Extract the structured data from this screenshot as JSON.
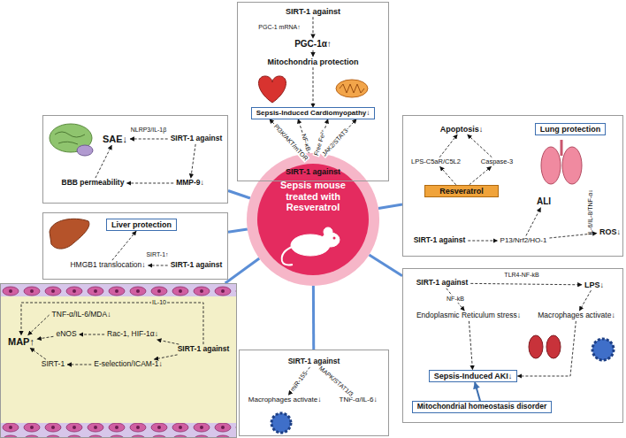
{
  "diagram": {
    "nodes": [
      {
        "text": [
          "Sepsis mouse treated with Resveratrol"
        ]
      },
      {
        "text": []
      },
      {
        "text": [
          "SIRT-1 against"
        ],
        "in": 1
      },
      {
        "text": [
          "PGC-1α↑"
        ],
        "in": 1
      },
      {
        "text": [
          "Mitochondria protection"
        ],
        "in": 1
      },
      {
        "text": [
          "Sepsis-Induced Cardiomyopathy↓"
        ],
        "in": 1
      },
      {
        "text": [
          "SIRT-1 against"
        ],
        "in": 1
      },
      {
        "text": []
      },
      {
        "text": [
          "SAE↓"
        ],
        "in": 7
      },
      {
        "text": [
          "SIRT-1 against"
        ],
        "in": 7
      },
      {
        "text": [
          "BBB permeability"
        ],
        "in": 7
      },
      {
        "text": [
          "MMP-9↓"
        ],
        "in": 7
      },
      {
        "text": []
      },
      {
        "text": [
          "Liver protection"
        ],
        "in": 12
      },
      {
        "text": [
          "HMGB1 translocation↓"
        ],
        "in": 12
      },
      {
        "text": [
          "SIRT-1 against"
        ],
        "in": 12
      },
      {
        "text": []
      },
      {
        "text": [
          "TNF-α/IL-6/MDA↓"
        ],
        "in": 16
      },
      {
        "text": [
          "eNOS"
        ],
        "in": 16
      },
      {
        "text": [
          "Rac-1, HIF-1α↓"
        ],
        "in": 16
      },
      {
        "text": [
          "MAP↑"
        ],
        "in": 16
      },
      {
        "text": [
          "SIRT-1"
        ],
        "in": 16
      },
      {
        "text": [
          "E-selection/ICAM-1↓"
        ],
        "in": 16
      },
      {
        "text": [
          "SIRT-1 against"
        ],
        "in": 16
      },
      {
        "text": []
      },
      {
        "text": [
          "SIRT-1 against"
        ],
        "in": 24
      },
      {
        "text": [
          "Macrophages activate↓"
        ],
        "in": 24
      },
      {
        "text": [
          "TNF-α/IL-6↓"
        ],
        "in": 24
      },
      {
        "text": []
      },
      {
        "text": [
          "Apoptosis↓"
        ],
        "in": 28
      },
      {
        "text": [
          "Lung protection"
        ],
        "in": 28
      },
      {
        "text": [
          "LPS-C5aR/C5L2"
        ],
        "in": 28
      },
      {
        "text": [
          "Resveratrol"
        ],
        "in": 28
      },
      {
        "text": [
          "Caspase-3"
        ],
        "in": 28
      },
      {
        "text": [
          "ALI"
        ],
        "in": 28
      },
      {
        "text": [
          "SIRT-1 against"
        ],
        "in": 28
      },
      {
        "text": [
          "P13/Nrf2/HO-1"
        ],
        "in": 28
      },
      {
        "text": [
          "ROS↓"
        ],
        "in": 28
      },
      {
        "text": []
      },
      {
        "text": [
          "SIRT-1 against"
        ],
        "in": 38
      },
      {
        "text": [
          "LPS↓"
        ],
        "in": 38
      },
      {
        "text": [
          "Endoplasmic Reticulum stress↓"
        ],
        "in": 38
      },
      {
        "text": [
          "Macrophages activate↓"
        ],
        "in": 38
      },
      {
        "text": [
          "Sepsis-Induced AKI↓"
        ],
        "in": 38
      },
      {
        "text": [
          "Mitochondrial homeostasis disorder"
        ],
        "in": 38
      }
    ],
    "edges": [
      {
        "from": 0,
        "to": 1,
        "arrow": "none"
      },
      {
        "from": 0,
        "to": 7,
        "arrow": "none"
      },
      {
        "from": 0,
        "to": 12,
        "arrow": "none"
      },
      {
        "from": 0,
        "to": 16,
        "arrow": "none"
      },
      {
        "from": 0,
        "to": 24,
        "arrow": "none"
      },
      {
        "from": 0,
        "to": 28,
        "arrow": "none"
      },
      {
        "from": 0,
        "to": 38,
        "arrow": "none"
      },
      {
        "from": 2,
        "to": 3,
        "label": "PGC-1 mRNA↑",
        "arrow": "to"
      },
      {
        "from": 3,
        "to": 4,
        "arrow": "to"
      },
      {
        "from": 4,
        "to": 5,
        "arrow": "to"
      },
      {
        "from": 6,
        "to": 5,
        "label": "PI3K/AKT/mTOR",
        "arrow": "to"
      },
      {
        "from": 6,
        "to": 5,
        "label": "NF-κB",
        "arrow": "to"
      },
      {
        "from": 6,
        "to": 5,
        "label": "Free Fe²⁺",
        "arrow": "to"
      },
      {
        "from": 6,
        "to": 5,
        "label": "JAK2/STAT3",
        "arrow": "to"
      },
      {
        "from": 9,
        "to": 8,
        "label": "NLRP3/IL-1β",
        "arrow": "to"
      },
      {
        "from": 9,
        "to": 11,
        "arrow": "to"
      },
      {
        "from": 11,
        "to": 10,
        "arrow": "to"
      },
      {
        "from": 10,
        "to": 8,
        "arrow": "to"
      },
      {
        "from": 15,
        "to": 14,
        "label": "SIRT-1↑",
        "arrow": "to"
      },
      {
        "from": 14,
        "to": 13,
        "arrow": "to"
      },
      {
        "from": 23,
        "to": 20,
        "label": "IL-10",
        "arrow": "to"
      },
      {
        "from": 17,
        "to": 20,
        "arrow": "to"
      },
      {
        "from": 19,
        "to": 18,
        "arrow": "to"
      },
      {
        "from": 18,
        "to": 20,
        "arrow": "to"
      },
      {
        "from": 22,
        "to": 21,
        "arrow": "to"
      },
      {
        "from": 21,
        "to": 20,
        "arrow": "to"
      },
      {
        "from": 23,
        "to": 19,
        "arrow": "to"
      },
      {
        "from": 23,
        "to": 22,
        "arrow": "to"
      },
      {
        "from": 25,
        "to": 26,
        "label": "miR-155",
        "arrow": "to"
      },
      {
        "from": 25,
        "to": 27,
        "label": "MAPK/STAT1/3",
        "arrow": "to"
      },
      {
        "from": 32,
        "to": 31,
        "arrow": "to"
      },
      {
        "from": 31,
        "to": 29,
        "arrow": "to"
      },
      {
        "from": 33,
        "to": 29,
        "arrow": "to"
      },
      {
        "from": 32,
        "to": 33,
        "arrow": "to"
      },
      {
        "from": 35,
        "to": 36,
        "arrow": "to"
      },
      {
        "from": 36,
        "to": 37,
        "arrow": "to"
      },
      {
        "from": 36,
        "to": 34,
        "arrow": "to"
      },
      {
        "from": 39,
        "to": 40,
        "label": "TLR4-NF-kB",
        "arrow": "to"
      },
      {
        "from": 39,
        "to": 41,
        "label": "NF-kB",
        "arrow": "to"
      },
      {
        "from": 40,
        "to": 42,
        "arrow": "to"
      },
      {
        "from": 41,
        "to": 43,
        "arrow": "to"
      },
      {
        "from": 42,
        "to": 43,
        "arrow": "to"
      },
      {
        "from": 44,
        "to": 43,
        "arrow": "to"
      }
    ],
    "labels": [
      "IL-6/IL-8/TNF-α↓"
    ]
  }
}
